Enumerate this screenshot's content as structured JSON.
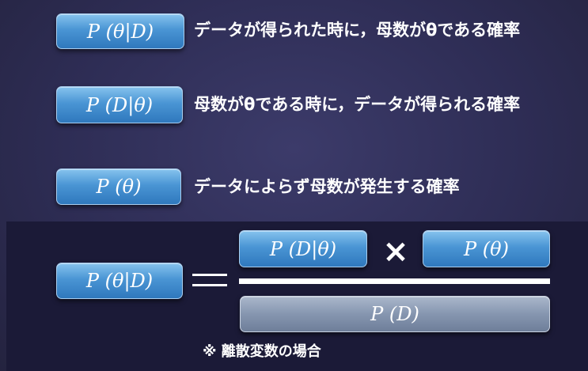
{
  "definitions": [
    {
      "term": "P (θ|D)",
      "description": "データが得られた時に，母数がθである確率"
    },
    {
      "term": "P (D|θ)",
      "description": "母数がθである時に，データが得られる確率"
    },
    {
      "term": "P (θ)",
      "description": "データによらず母数が発生する確率"
    }
  ],
  "formula": {
    "lhs": "P (θ|D)",
    "equals": "=",
    "numerator_left": "P (D|θ)",
    "times": "×",
    "numerator_right": "P (θ)",
    "denominator": "P (D)",
    "note": "※ 離散変数の場合"
  },
  "colors": {
    "background": "#2e2d55",
    "panel": "#1b1a37",
    "pill_blue": "#4a95d4",
    "pill_gray": "#8696b0",
    "text": "#ffffff"
  }
}
